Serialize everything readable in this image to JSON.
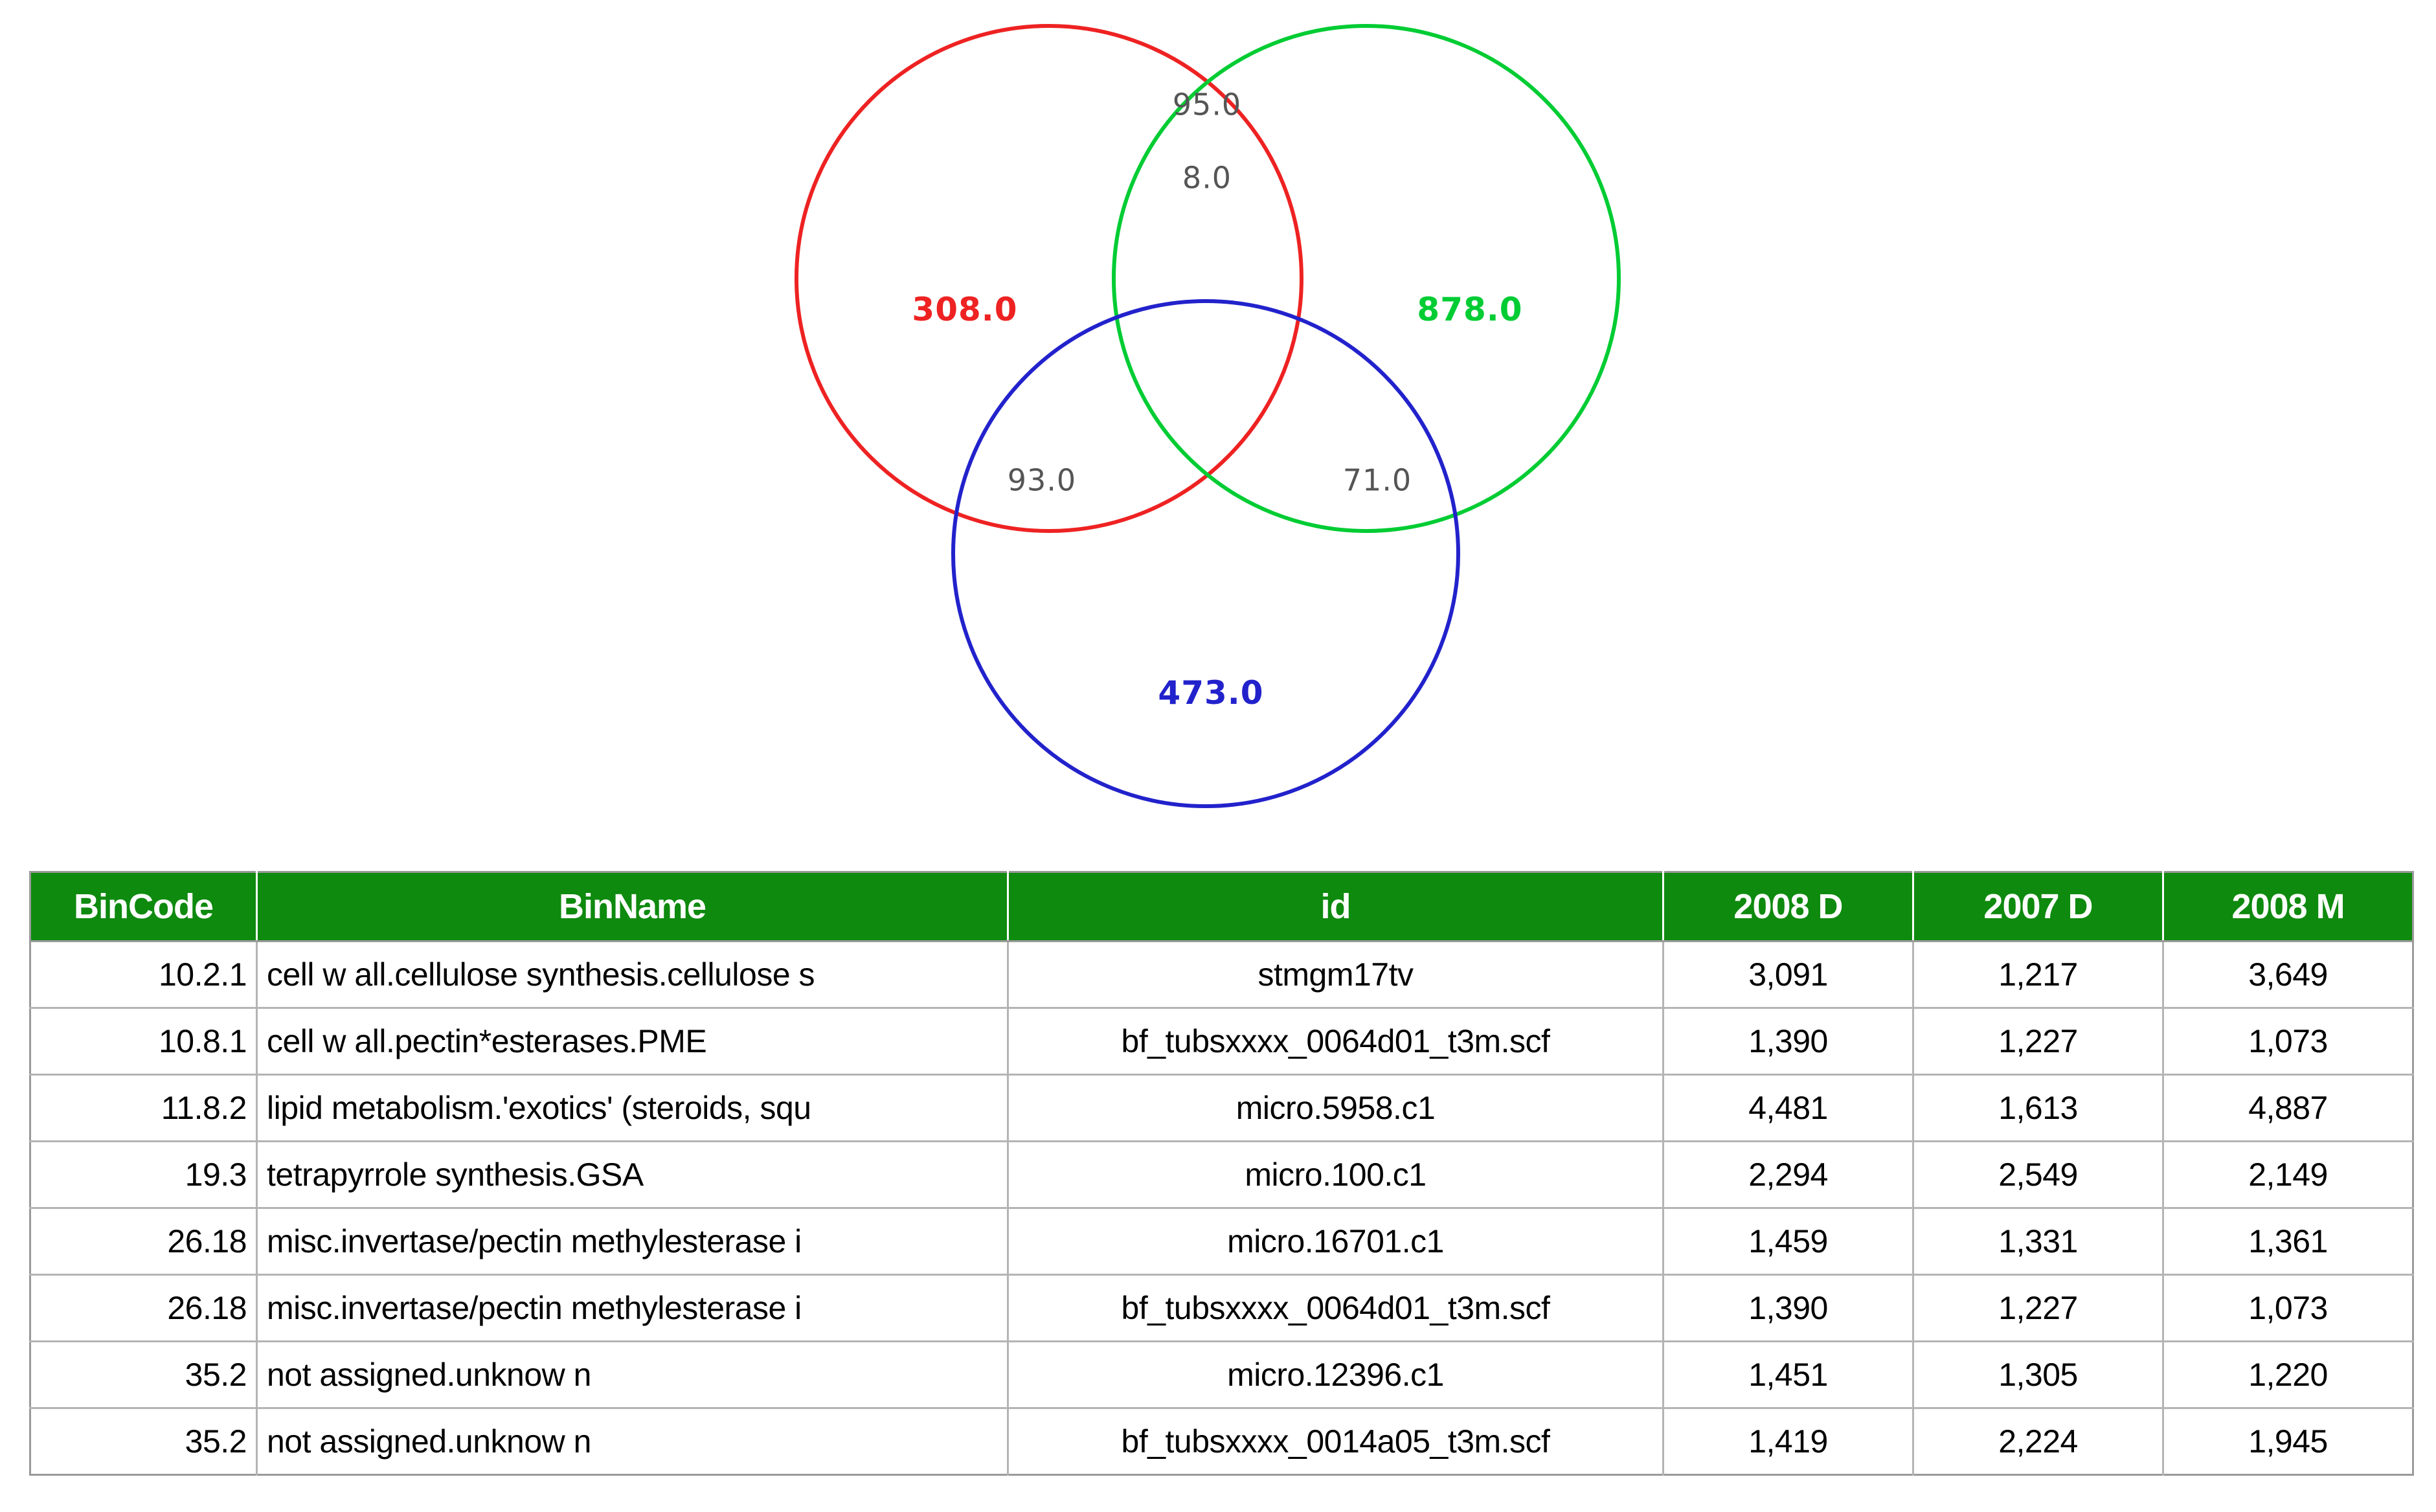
{
  "venn": {
    "colors": {
      "red": "#ee2222",
      "green": "#00cc33",
      "blue": "#2222cc",
      "label_grey": "#555555"
    },
    "exclusive": {
      "red_label": "308.0",
      "green_label": "878.0",
      "blue_label": "473.0"
    },
    "intersections": {
      "red_green": "95.0",
      "red_green_blue": "8.0",
      "red_blue": "93.0",
      "green_blue": "71.0"
    }
  },
  "chart_data": {
    "type": "venn",
    "title": "",
    "sets": [
      "red",
      "green",
      "blue"
    ],
    "regions": [
      {
        "sets": [
          "red"
        ],
        "label": "308.0",
        "value": 308.0,
        "color": "#ee2222"
      },
      {
        "sets": [
          "green"
        ],
        "label": "878.0",
        "value": 878.0,
        "color": "#00cc33"
      },
      {
        "sets": [
          "blue"
        ],
        "label": "473.0",
        "value": 473.0,
        "color": "#2222cc"
      },
      {
        "sets": [
          "red",
          "green"
        ],
        "label": "95.0",
        "value": 95.0,
        "color": "#555555"
      },
      {
        "sets": [
          "red",
          "blue"
        ],
        "label": "93.0",
        "value": 93.0,
        "color": "#555555"
      },
      {
        "sets": [
          "green",
          "blue"
        ],
        "label": "71.0",
        "value": 71.0,
        "color": "#555555"
      },
      {
        "sets": [
          "red",
          "green",
          "blue"
        ],
        "label": "8.0",
        "value": 8.0,
        "color": "#555555"
      }
    ]
  },
  "table": {
    "columns": [
      {
        "key": "bincode",
        "label": "BinCode"
      },
      {
        "key": "binname",
        "label": "BinName"
      },
      {
        "key": "id",
        "label": "id"
      },
      {
        "key": "y2008d",
        "label": "2008 D"
      },
      {
        "key": "y2007d",
        "label": "2007 D"
      },
      {
        "key": "y2008m",
        "label": "2008 M"
      }
    ],
    "header_bg": "#0e8a0e",
    "rows": [
      {
        "bincode": "10.2.1",
        "binname": "cell w all.cellulose synthesis.cellulose s",
        "id": "stmgm17tv",
        "y2008d": "3,091",
        "y2007d": "1,217",
        "y2008m": "3,649"
      },
      {
        "bincode": "10.8.1",
        "binname": "cell w all.pectin*esterases.PME",
        "id": "bf_tubsxxxx_0064d01_t3m.scf",
        "y2008d": "1,390",
        "y2007d": "1,227",
        "y2008m": "1,073"
      },
      {
        "bincode": "11.8.2",
        "binname": "lipid metabolism.'exotics' (steroids, squ",
        "id": "micro.5958.c1",
        "y2008d": "4,481",
        "y2007d": "1,613",
        "y2008m": "4,887"
      },
      {
        "bincode": "19.3",
        "binname": "tetrapyrrole synthesis.GSA",
        "id": "micro.100.c1",
        "y2008d": "2,294",
        "y2007d": "2,549",
        "y2008m": "2,149"
      },
      {
        "bincode": "26.18",
        "binname": "misc.invertase/pectin methylesterase i",
        "id": "micro.16701.c1",
        "y2008d": "1,459",
        "y2007d": "1,331",
        "y2008m": "1,361"
      },
      {
        "bincode": "26.18",
        "binname": "misc.invertase/pectin methylesterase i",
        "id": "bf_tubsxxxx_0064d01_t3m.scf",
        "y2008d": "1,390",
        "y2007d": "1,227",
        "y2008m": "1,073"
      },
      {
        "bincode": "35.2",
        "binname": "not assigned.unknow n",
        "id": "micro.12396.c1",
        "y2008d": "1,451",
        "y2007d": "1,305",
        "y2008m": "1,220"
      },
      {
        "bincode": "35.2",
        "binname": "not assigned.unknow n",
        "id": "bf_tubsxxxx_0014a05_t3m.scf",
        "y2008d": "1,419",
        "y2007d": "2,224",
        "y2008m": "1,945"
      }
    ]
  }
}
